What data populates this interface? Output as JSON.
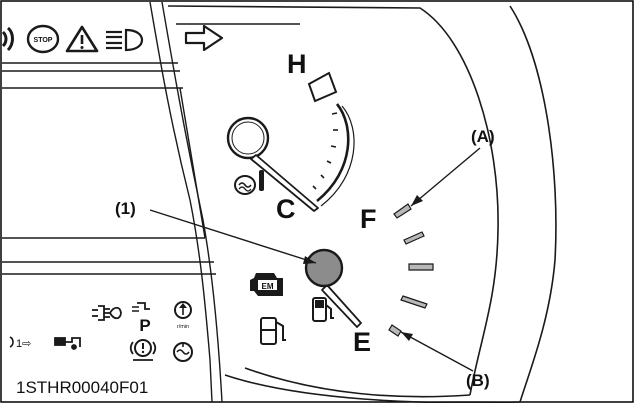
{
  "warning_icons": {
    "stop_text": "STOP"
  },
  "gauges": {
    "temperature": {
      "hot_label": "H",
      "cold_label": "C"
    },
    "fuel": {
      "full_label": "F",
      "empty_label": "E"
    }
  },
  "indicators": {
    "engine_warning_text": "EM",
    "parking_text": "P",
    "rpm_text": "r/min",
    "shift_text": "1⇨"
  },
  "callouts": {
    "needle": "(1)",
    "full_segment": "(A)",
    "empty_segment": "(B)"
  },
  "figure_id": "1STHR00040F01",
  "colors": {
    "panel_outline": "#1a1a1a",
    "needle_hub": "#8c8c8c",
    "segment_fill": "#b8b8b8",
    "background": "#ffffff"
  }
}
